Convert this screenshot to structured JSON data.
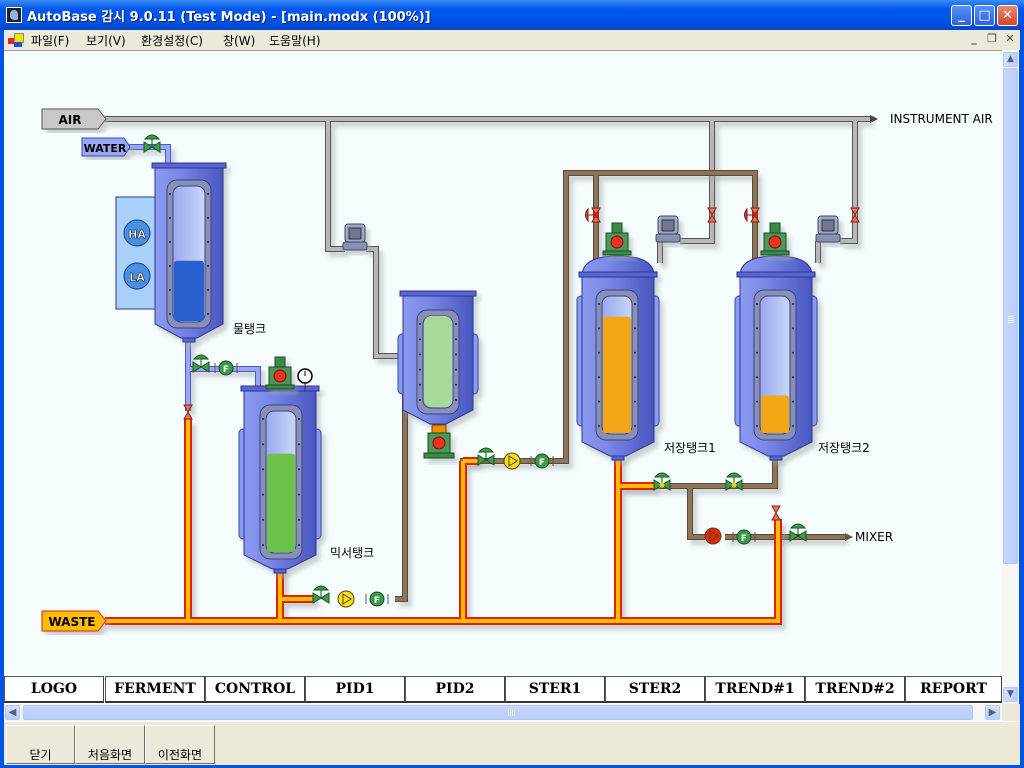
{
  "window": {
    "title": "AutoBase 감시 9.0.11 (Test Mode) - [main.modx (100%)]",
    "controls": {
      "minimize": "_",
      "maximize": "□",
      "close": "✕"
    },
    "mdi_controls": {
      "minimize": "_",
      "restore": "❐",
      "close": "✕"
    }
  },
  "menu": {
    "items": [
      {
        "label": "파일(F)"
      },
      {
        "label": "보기(V)"
      },
      {
        "label": "환경설정(C)"
      },
      {
        "label": "창(W)"
      },
      {
        "label": "도움말(H)"
      }
    ]
  },
  "diagram": {
    "sources": {
      "air": "AIR",
      "water": "WATER",
      "waste": "WASTE"
    },
    "destinations": {
      "instrument_air": "INSTRUMENT AIR",
      "mixer": "MIXER"
    },
    "alarms": {
      "high": "HA",
      "low": "LA"
    },
    "tanks": [
      {
        "label": "물탱크",
        "level_percent": 45,
        "liquid_color": "#2a5fd0"
      },
      {
        "label": "믹서탱크",
        "level_percent": 70,
        "liquid_color": "#6cc24a"
      },
      {
        "label": "",
        "level_percent": 100,
        "liquid_color": "#a8d89a"
      },
      {
        "label": "저장탱크1",
        "level_percent": 85,
        "liquid_color": "#f2a818"
      },
      {
        "label": "저장탱크2",
        "level_percent": 28,
        "liquid_color": "#f2a818"
      }
    ],
    "flow_meter_symbol": "F",
    "colors": {
      "air_pipe": "#b4b4b4",
      "water_pipe": "#8c9cf0",
      "waste_pipe": "#ffb800",
      "waste_border": "#e02010",
      "product_pipe": "#8c7458",
      "tank_body": "#6a78d8",
      "motor_green": "#3a8a48",
      "alarm_red": "#e03020"
    }
  },
  "nav": {
    "buttons": [
      {
        "label": "LOGO"
      },
      {
        "label": "FERMENT"
      },
      {
        "label": "CONTROL"
      },
      {
        "label": "PID1"
      },
      {
        "label": "PID2"
      },
      {
        "label": "STER1"
      },
      {
        "label": "STER2"
      },
      {
        "label": "TREND#1"
      },
      {
        "label": "TREND#2"
      },
      {
        "label": "REPORT"
      }
    ]
  },
  "scroll": {
    "up": "▲",
    "down": "▼",
    "left": "◀",
    "right": "▶"
  },
  "bottom": {
    "buttons": [
      {
        "label": "닫기"
      },
      {
        "label": "처음화면"
      },
      {
        "label": "이전화면"
      }
    ]
  }
}
